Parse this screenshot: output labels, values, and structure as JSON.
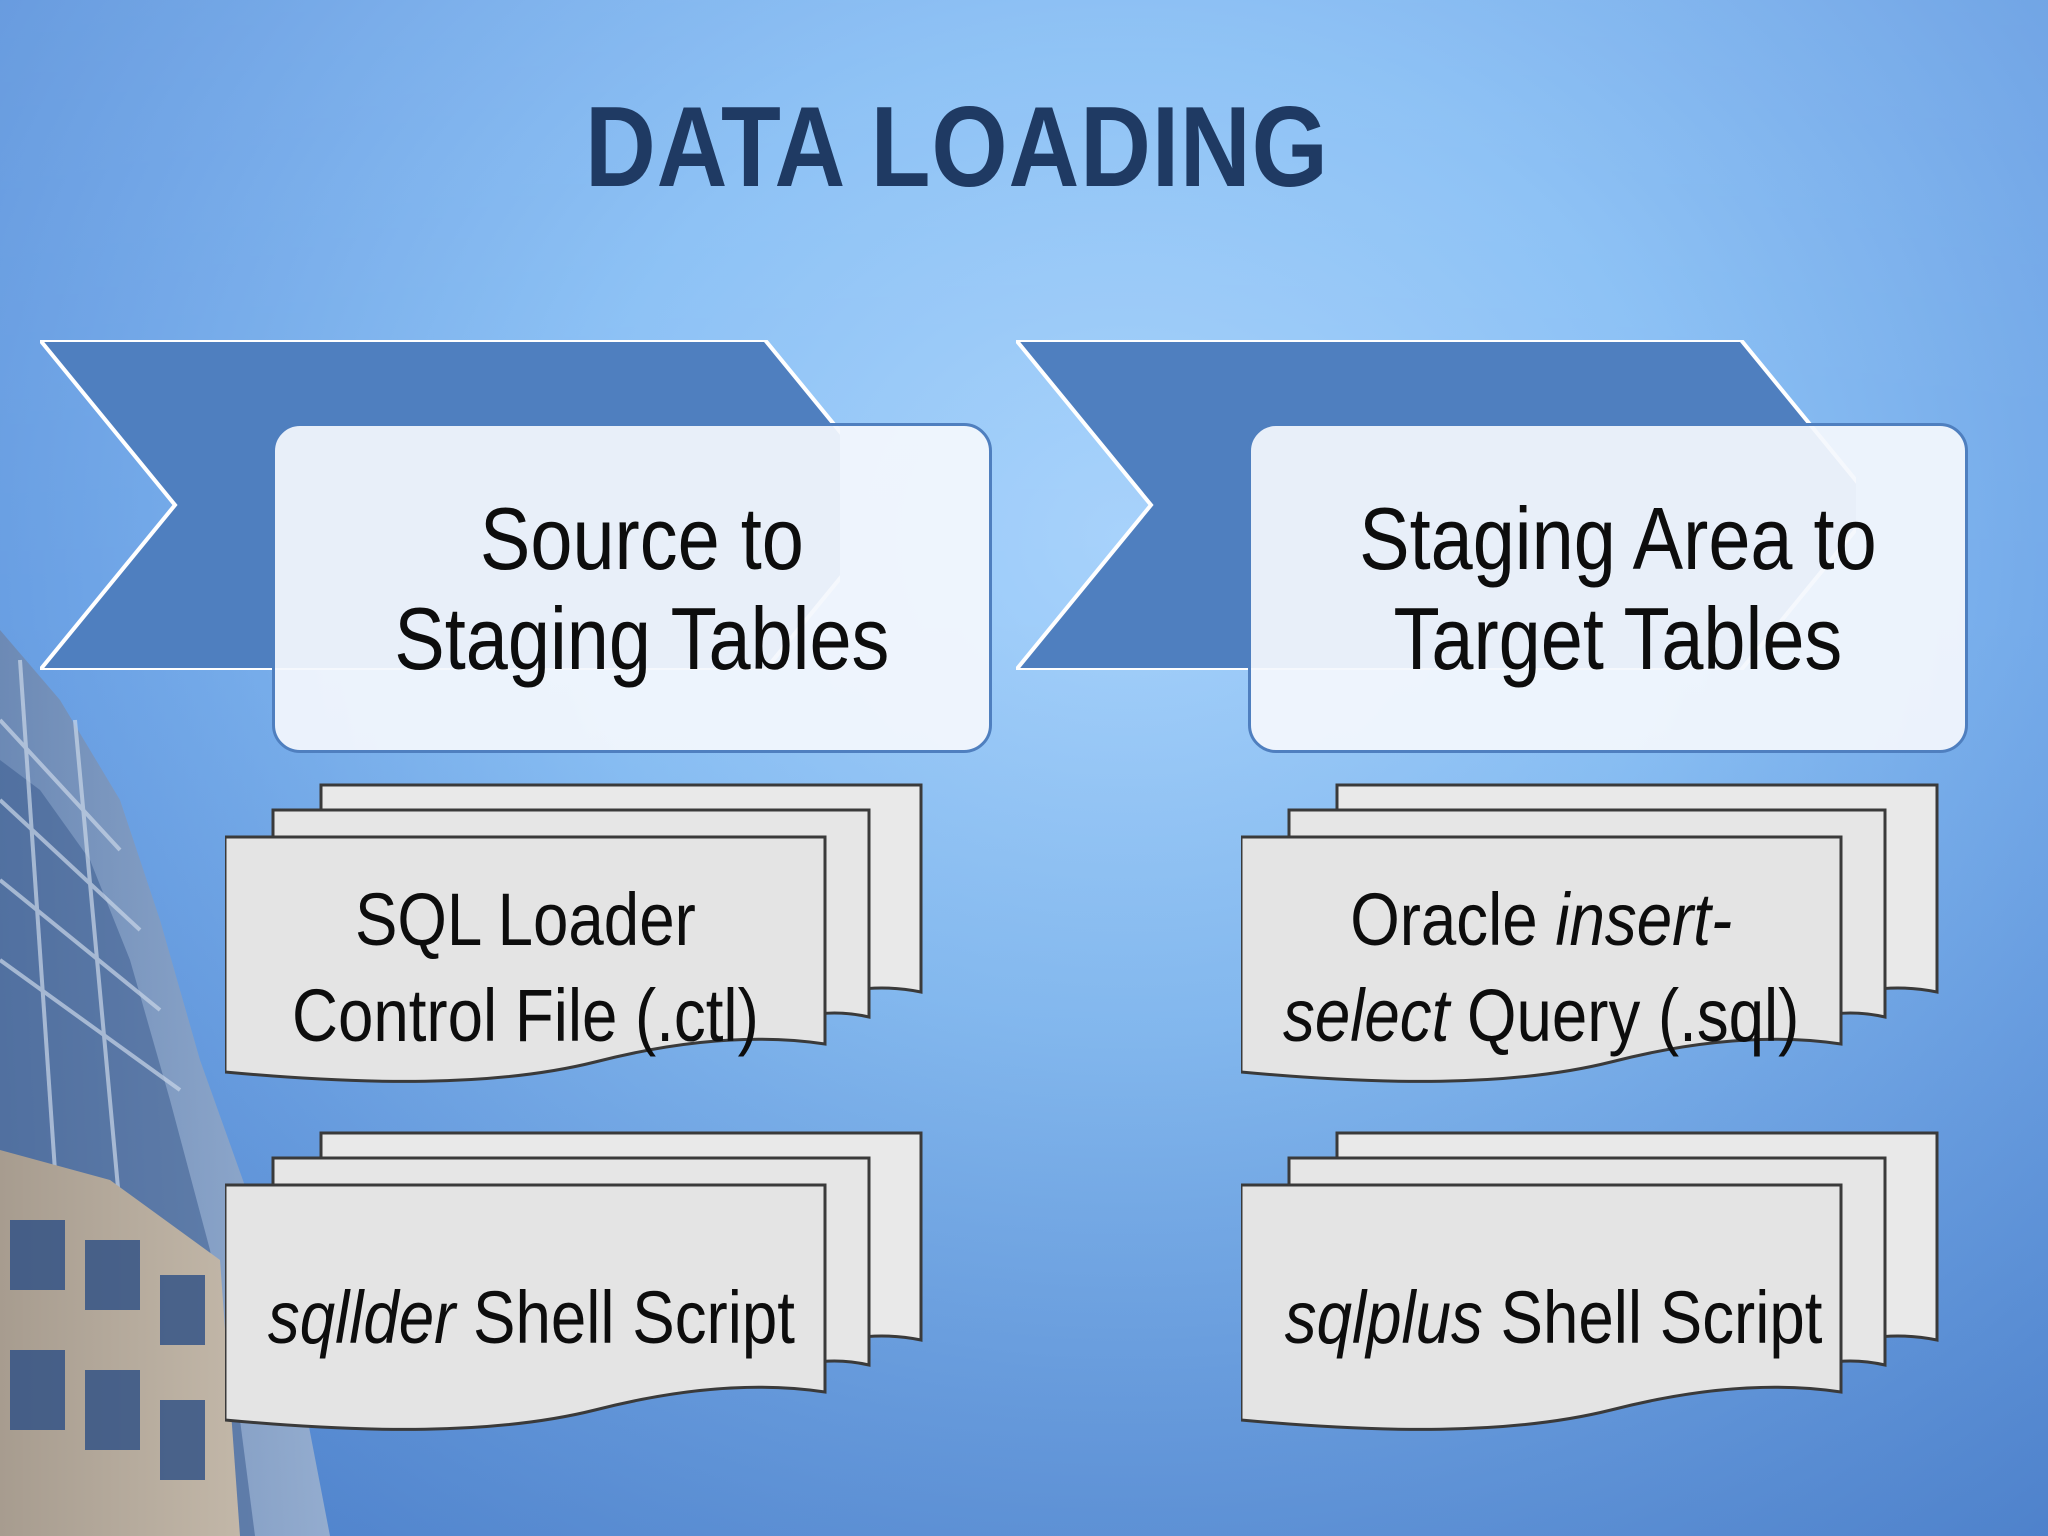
{
  "slide": {
    "title": "DATA LOADING"
  },
  "stages": [
    {
      "line1": "Source to",
      "line2": "Staging Tables",
      "docs": [
        {
          "parts": [
            {
              "text": "SQL Loader",
              "italic": false
            }
          ],
          "parts2": [
            {
              "text": "Control File (.ctl)",
              "italic": false
            }
          ]
        },
        {
          "parts": [
            {
              "text": "sqllder",
              "italic": true
            },
            {
              "text": " Shell Script",
              "italic": false
            }
          ]
        }
      ]
    },
    {
      "line1": "Staging Area to",
      "line2": "Target Tables",
      "docs": [
        {
          "parts": [
            {
              "text": "Oracle ",
              "italic": false
            },
            {
              "text": "insert-",
              "italic": true
            }
          ],
          "parts2": [
            {
              "text": "select",
              "italic": true
            },
            {
              "text": " Query (.sql)",
              "italic": false
            }
          ]
        },
        {
          "parts": [
            {
              "text": "sqlplus",
              "italic": true
            },
            {
              "text": " Shell Script",
              "italic": false
            }
          ]
        }
      ]
    }
  ],
  "colors": {
    "title": "#1f3a63",
    "chevron": "#4f7fbf",
    "box_border": "#4f7fbf",
    "document": "#e6e6e6"
  },
  "icons": [
    "building-photo",
    "chevron-arrow",
    "document-stack"
  ]
}
